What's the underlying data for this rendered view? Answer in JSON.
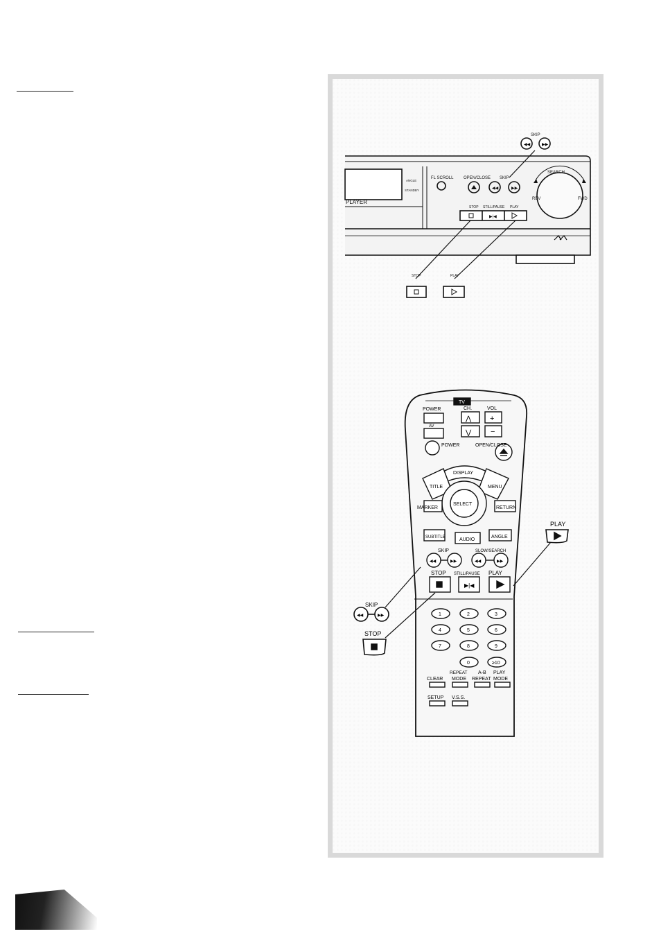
{
  "player": {
    "skip_label": "SKIP",
    "fl_scroll": "FL SCROLL",
    "open_close": "OPEN/CLOSE",
    "search": "SEARCH",
    "rev": "REV",
    "fwd": "FWD",
    "angle": "ANGLE",
    "standby": "STANDBY",
    "brand": "PLAYER",
    "stop": "STOP",
    "still_pause": "STILL/PAUSE",
    "play": "PLAY"
  },
  "callouts": {
    "player_stop": "STOP",
    "player_play": "PLAY",
    "remote_play": "PLAY",
    "remote_skip": "SKIP",
    "remote_stop": "STOP"
  },
  "remote": {
    "tv": "TV",
    "power": "POWER",
    "ch": "CH.",
    "vol": "VOL",
    "av": "AV",
    "power_dvd": "POWER",
    "open_close": "OPEN/CLOSE",
    "display": "DISPLAY",
    "title": "TITLE",
    "menu": "MENU",
    "marker": "MARKER",
    "select": "SELECT",
    "return": "RETURN",
    "subtitle": "SUBTITLE",
    "audio": "AUDIO",
    "angle": "ANGLE",
    "skip": "SKIP",
    "slow_search": "SLOW/SEARCH",
    "stop": "STOP",
    "still_pause": "STILL/PAUSE",
    "play": "PLAY",
    "keys": [
      "1",
      "2",
      "3",
      "4",
      "5",
      "6",
      "7",
      "8",
      "9",
      "0",
      "≥10"
    ],
    "clear": "CLEAR",
    "repeat_mode_1": "REPEAT",
    "repeat_mode_2": "MODE",
    "ab_repeat_1": "A-B",
    "ab_repeat_2": "REPEAT",
    "play_mode_1": "PLAY",
    "play_mode_2": "MODE",
    "setup": "SETUP",
    "vss": "V.S.S."
  }
}
